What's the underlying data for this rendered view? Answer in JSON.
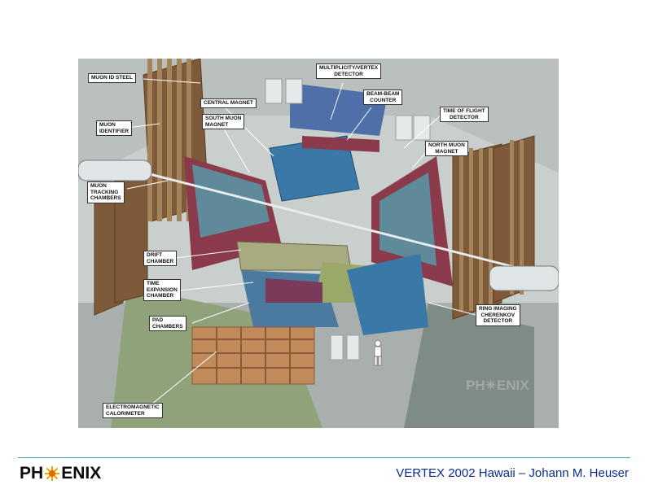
{
  "labels": {
    "muon_id_steel": "MUON ID STEEL",
    "multiplicity_vertex": "MULTIPLICITY/VERTEX\nDETECTOR",
    "beam_beam": "BEAM-BEAM\nCOUNTER",
    "central_magnet": "CENTRAL MAGNET",
    "time_of_flight": "TIME OF FLIGHT\nDETECTOR",
    "muon_identifier": "MUON\nIDENTIFIER",
    "south_muon_magnet": "SOUTH MUON\nMAGNET",
    "north_muon_magnet": "NORTH MUON\nMAGNET",
    "muon_tracking": "MUON\nTRACKING\nCHAMBERS",
    "drift_chamber": "DRIFT\nCHAMBER",
    "time_expansion": "TIME\nEXPANSION\nCHAMBER",
    "pad_chambers": "PAD\nCHAMBERS",
    "rich": "RING IMAGING\nCHERENKOV\nDETECTOR",
    "emcal": "ELECTROMAGNETIC\nCALORIMETER"
  },
  "watermark": "PH✴ENIX",
  "footer": {
    "logo_left": "PH",
    "logo_right": "ENIX",
    "caption": "VERTEX 2002  Hawaii – Johann M. Heuser"
  },
  "colors": {
    "accent_line": "#3fa0b8",
    "caption": "#0b2b8f",
    "magnet_blue": "#3a78a8",
    "muon_red": "#8a3a4a",
    "calorimeter_olive": "#9aa86a"
  }
}
